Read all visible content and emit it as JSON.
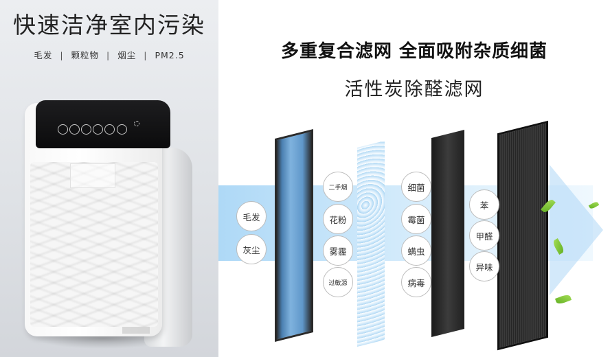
{
  "left_panel": {
    "title": "快速洁净室内污染",
    "subtitle_items": [
      "毛发",
      "颗粒物",
      "烟尘",
      "PM2.5"
    ]
  },
  "right_panel": {
    "heading": "多重复合滤网 全面吸附杂质细菌",
    "subheading": "活性炭除醛滤网",
    "pollutants_input": [
      "毛发",
      "灰尘"
    ],
    "hepa_layer": [
      "二手烟",
      "花粉",
      "雾霾",
      "过敏源"
    ],
    "bio_layer": [
      "细菌",
      "霉菌",
      "螨虫",
      "病毒"
    ],
    "carbon_layer": [
      "苯",
      "甲醛",
      "异味"
    ]
  },
  "colors": {
    "airflow": "#a8d3f2",
    "hepa_blue": "#5f97c9",
    "carbon": "#1c1c1c",
    "leaf_green": "#7cc43a"
  },
  "icons": [
    "air-purifier-image",
    "hepa-filter-image",
    "cotton-filter-image",
    "carbon-sheet-image",
    "activated-carbon-filter-image",
    "leaf-icon"
  ]
}
